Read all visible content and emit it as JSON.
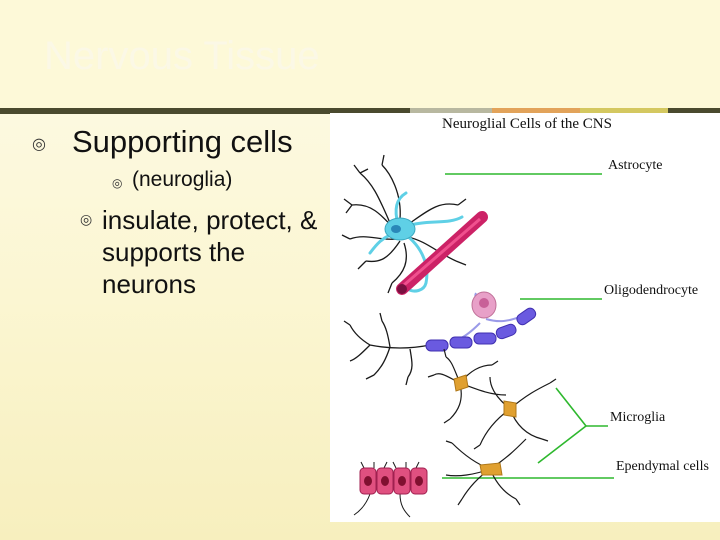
{
  "slide": {
    "title": "Nervous Tissue",
    "bullets": {
      "level1": "Supporting cells",
      "level2": "(neuroglia)",
      "level1b": "insulate, protect, & supports the neurons"
    }
  },
  "diagram": {
    "title": "Neuroglial Cells of the CNS",
    "labels": {
      "astrocyte": "Astrocyte",
      "oligodendrocyte": "Oligodendrocyte",
      "microglia": "Microglia",
      "ependymal": "Ependymal cells"
    }
  },
  "colors": {
    "rule": "#4a4a2e",
    "label_lines": "#2eb82e",
    "astrocyte": "#5fd0e6",
    "axon": "#cc2266",
    "oligodendrocyte": "#e8a0c8",
    "myelin": "#6a5ae0",
    "microglia": "#e0a030",
    "ependymal": "#e05080"
  },
  "icons": {
    "bullet": "ring-bullet-icon"
  }
}
